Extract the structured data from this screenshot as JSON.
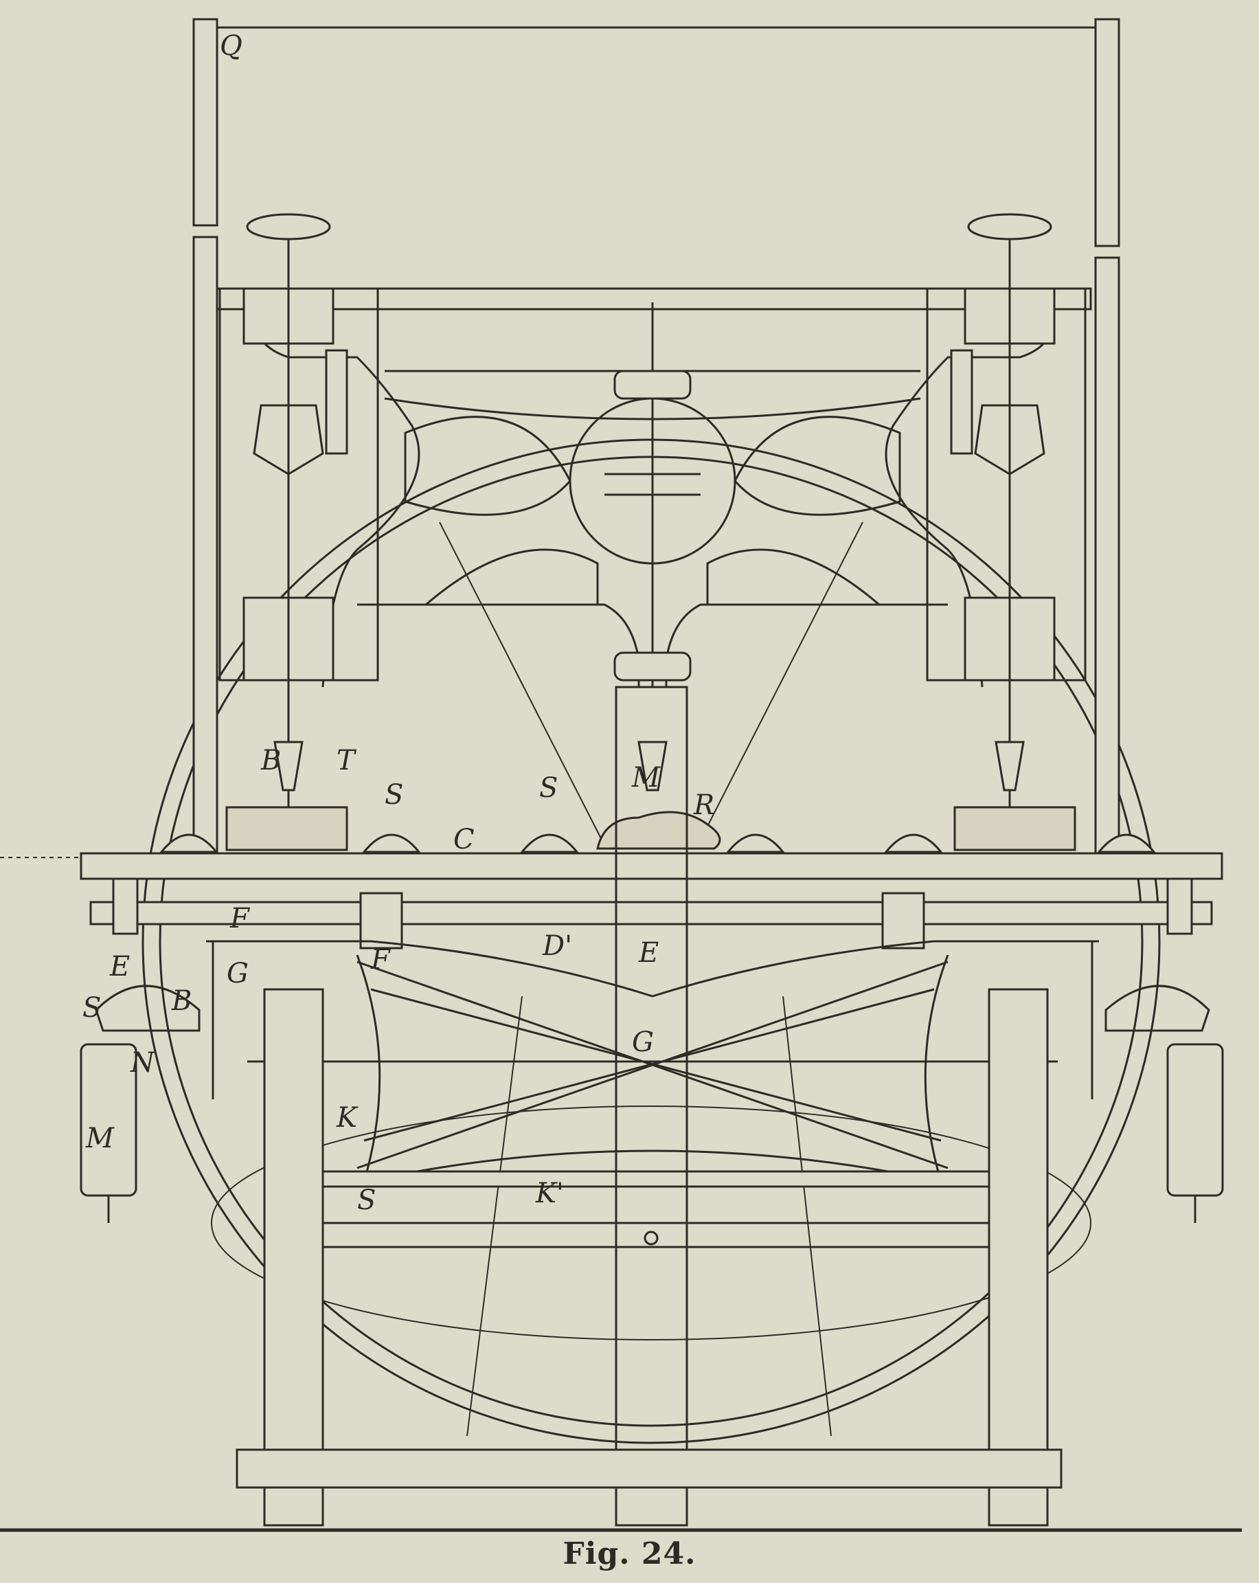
{
  "figure": {
    "caption": "Fig. 24.",
    "labels": {
      "Q": "Q",
      "B1": "B",
      "T": "T",
      "S1": "S",
      "C": "C",
      "S2": "S",
      "M1": "M",
      "R": "R",
      "F": "F",
      "D": "D'",
      "E1": "E",
      "E2": "E",
      "S3": "S",
      "B2": "B",
      "G1": "G",
      "N": "N",
      "M2": "M",
      "K1": "K",
      "G2": "G",
      "K2": "K'",
      "S4": "S"
    }
  }
}
